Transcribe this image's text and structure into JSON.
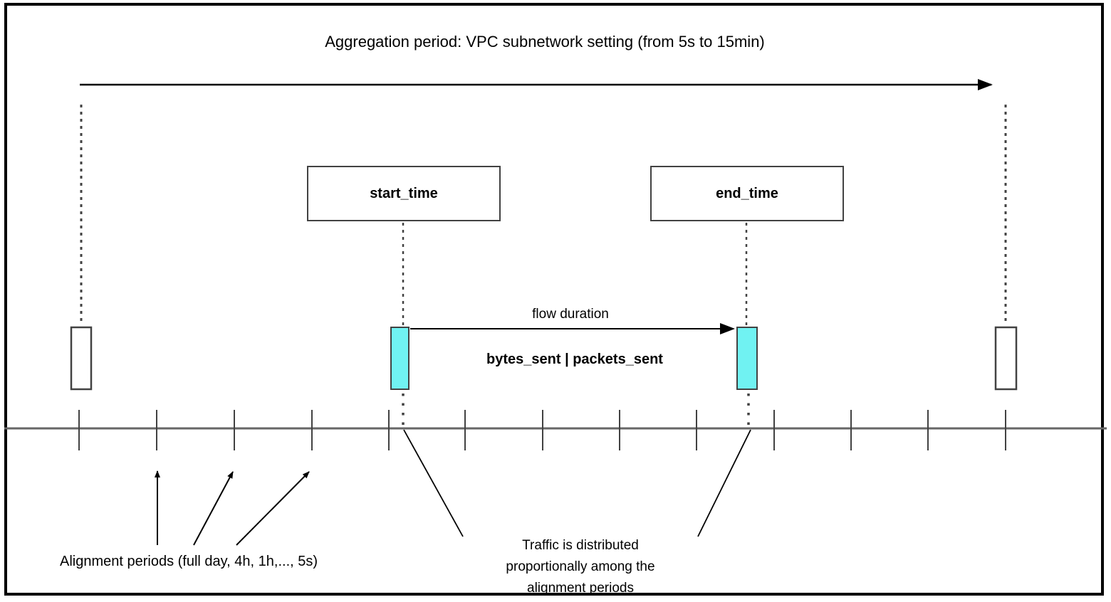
{
  "diagram": {
    "title": "Aggregation period: VPC subnetwork setting (from 5s to 15min)",
    "boxes": {
      "start_label": "start_time",
      "end_label": "end_time"
    },
    "flow_arrow_label": "flow duration",
    "metrics_label": "bytes_sent | packets_sent",
    "alignment_label": "Alignment periods (full day, 4h, 1h,..., 5s)",
    "traffic_note": {
      "line1": "Traffic is distributed",
      "line2": "proportionally among the",
      "line3": "alignment periods"
    },
    "colors": {
      "highlight_fill": "#70F2F2",
      "shape_border": "#424242",
      "timeline_gray": "#666666",
      "arrow_black": "#000000"
    }
  }
}
